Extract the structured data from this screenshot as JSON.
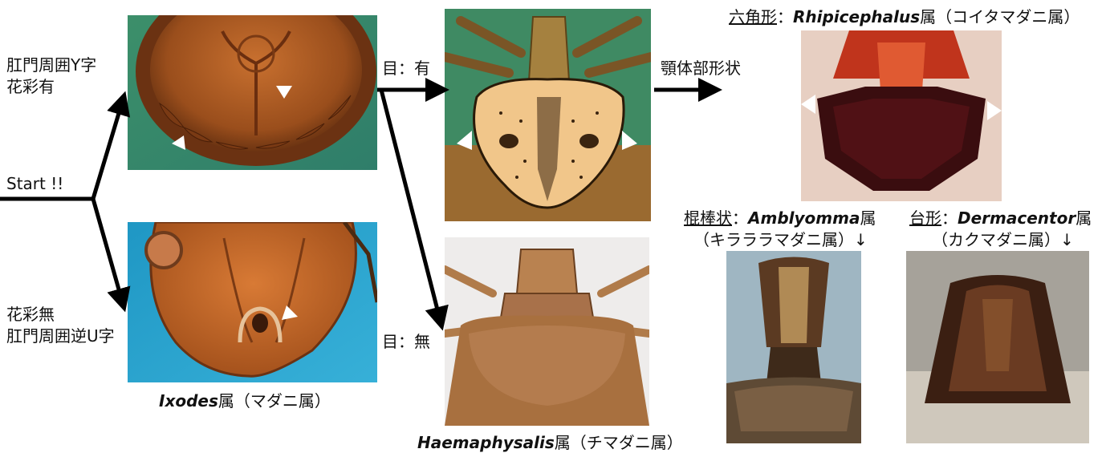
{
  "start": {
    "label": "Start !!"
  },
  "branch_top": {
    "line1": "肛門周囲Y字",
    "line2": "花彩有"
  },
  "branch_bottom": {
    "line1": "花彩無",
    "line2": "肛門周囲逆U字"
  },
  "eyes_yes": "目：有",
  "eyes_no": "目：無",
  "capitulum": "顎体部形状",
  "ixodes": {
    "genus": "Ixodes",
    "suffix": "属（マダニ属）"
  },
  "haemaphysalis": {
    "genus": "Haemaphysalis",
    "suffix": "属（チマダニ属）"
  },
  "rhipicephalus": {
    "shape": "六角形",
    "sep": "：",
    "genus": "Rhipicephalus",
    "suffix": "属（コイタマダニ属）"
  },
  "amblyomma": {
    "shape": "棍棒状",
    "sep": "：",
    "genus": "Amblyomma",
    "suffix": "属",
    "line2": "（キラララマダニ属）↓"
  },
  "dermacentor": {
    "shape": "台形",
    "sep": "：",
    "genus": "Dermacentor",
    "suffix": "属",
    "line2": "（カクマダニ属）↓"
  },
  "colors": {
    "arrow": "#000000",
    "photo_bg_green": "#2f8a73",
    "photo_bg_blue": "#2aa3c8",
    "tick_orange": "#b8621f",
    "tick_brown": "#6b3a1b",
    "marker": "#ffffff"
  }
}
